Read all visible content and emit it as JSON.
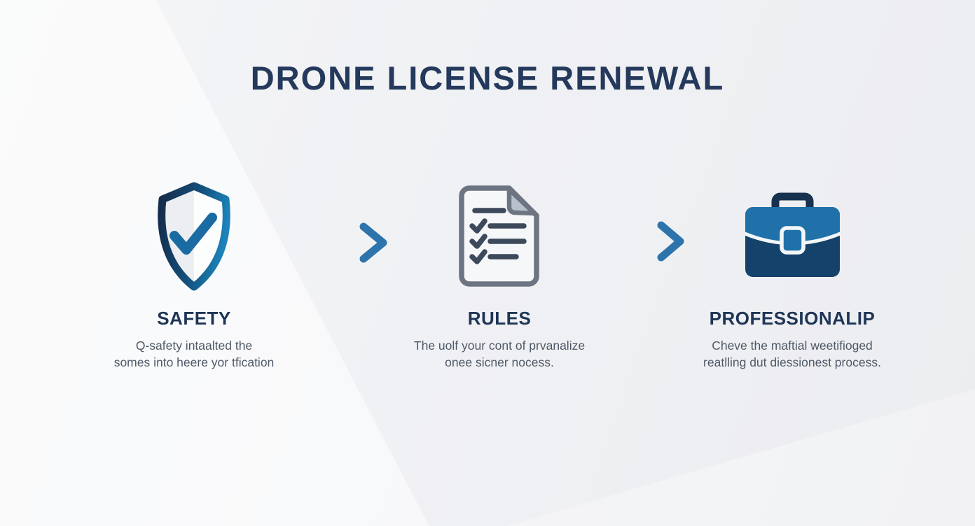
{
  "title": "DRONE LICENSE RENEWAL",
  "steps": [
    {
      "icon": "shield-check-icon",
      "heading": "SAFETY",
      "line1": "Q-safety intaalted the",
      "line2": "somes into heere yor tfication"
    },
    {
      "icon": "checklist-document-icon",
      "heading": "RULES",
      "line1": "The uolf your cont of prvanalize",
      "line2": "onee sicner nocess."
    },
    {
      "icon": "briefcase-icon",
      "heading": "PROFESSIONALIP",
      "line1": "Cheve the maftial weetifioged",
      "line2": "reatlling dut diessionest process."
    }
  ],
  "colors": {
    "title_navy": "#24395b",
    "heading_navy": "#1e3556",
    "body_gray": "#4f5a68",
    "arrow_blue": "#2e74ac",
    "shield_dark": "#152e4d",
    "shield_light_blue": "#1c84ba",
    "check_blue": "#1b6ba3",
    "doc_outline_gray": "#6e7582",
    "doc_line_slate": "#3d4a5c",
    "doc_fold": "#b8c1cb",
    "briefcase_top_blue": "#2071aa",
    "briefcase_bottom_navy": "#15426a",
    "briefcase_handle_navy": "#16324f",
    "background": "#eef0f2"
  }
}
